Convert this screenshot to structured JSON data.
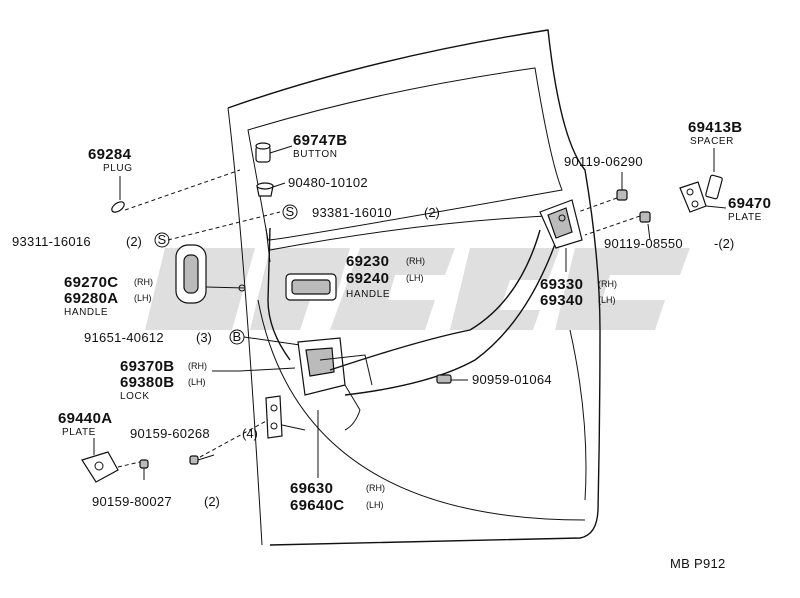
{
  "parts": {
    "p69747B": {
      "number": "69747B",
      "desc": "BUTTON"
    },
    "p90480": {
      "number": "90480-10102"
    },
    "p93381": {
      "circle": "S",
      "number": "93381-16010",
      "qty": "(2)"
    },
    "p69284": {
      "number": "69284",
      "desc": "PLUG"
    },
    "p93311": {
      "number": "93311-16016",
      "qty": "(2)",
      "circle": "S"
    },
    "p69270C": {
      "number": "69270C",
      "suffix": "(RH)"
    },
    "p69280A": {
      "number": "69280A",
      "suffix": "(LH)",
      "desc": "HANDLE"
    },
    "p69230": {
      "number": "69230",
      "suffix": "(RH)"
    },
    "p69240": {
      "number": "69240",
      "suffix": "(LH)",
      "desc": "HANDLE"
    },
    "p91651": {
      "number": "91651-40612",
      "qty": "(3)",
      "circle": "B"
    },
    "p69370B": {
      "number": "69370B",
      "suffix": "(RH)"
    },
    "p69380B": {
      "number": "69380B",
      "suffix": "(LH)",
      "desc": "LOCK"
    },
    "p69440A": {
      "number": "69440A",
      "desc": "PLATE"
    },
    "p90159_60268": {
      "number": "90159-60268",
      "qty": "(4)"
    },
    "p90159_80027": {
      "number": "90159-80027",
      "qty": "(2)"
    },
    "p69630": {
      "number": "69630",
      "suffix": "(RH)"
    },
    "p69640C": {
      "number": "69640C",
      "suffix": "(LH)"
    },
    "p90959": {
      "number": "90959-01064"
    },
    "p69330": {
      "number": "69330",
      "suffix": "(RH)"
    },
    "p69340": {
      "number": "69340",
      "suffix": "(LH)"
    },
    "p90119_06290": {
      "number": "90119-06290"
    },
    "p69413B": {
      "number": "69413B",
      "desc": "SPACER"
    },
    "p69470": {
      "number": "69470",
      "desc": "PLATE"
    },
    "p90119_08550": {
      "number": "90119-08550",
      "qty": "-(2)"
    }
  },
  "diagram_code": "MB P912"
}
